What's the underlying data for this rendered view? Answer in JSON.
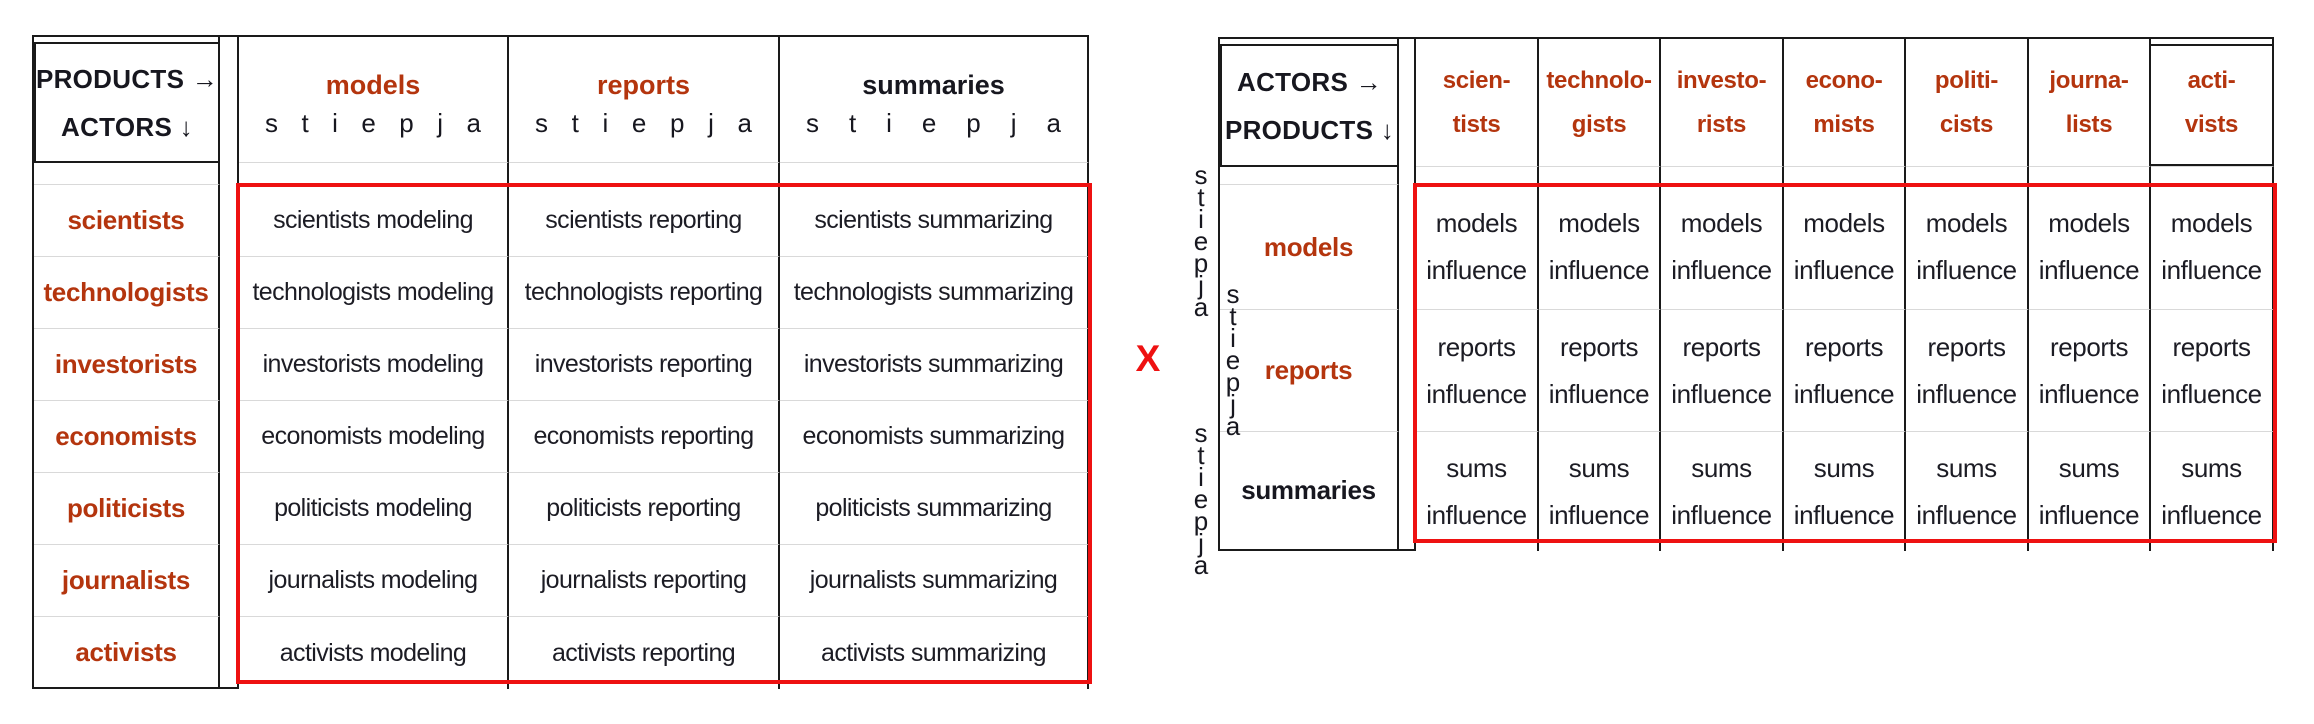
{
  "colors": {
    "accent": "#b4350e",
    "highlight": "#ee1111",
    "border": "#1a1a1a",
    "grid_line": "#d9d9d9",
    "text": "#17171f"
  },
  "operator": "X",
  "letters": [
    "s",
    "t",
    "i",
    "e",
    "p",
    "j",
    "a"
  ],
  "left_table": {
    "corner": {
      "line1": "PRODUCTS →",
      "line2": "ACTORS ↓"
    },
    "columns": [
      {
        "label": "models"
      },
      {
        "label": "reports"
      },
      {
        "label": "summaries"
      }
    ],
    "rows": [
      {
        "label": "scientists",
        "cells": [
          "scientists modeling",
          "scientists reporting",
          "scientists summarizing"
        ]
      },
      {
        "label": "technologists",
        "cells": [
          "technologists modeling",
          "technologists reporting",
          "technologists summarizing"
        ]
      },
      {
        "label": "investorists",
        "cells": [
          "investorists modeling",
          "investorists reporting",
          "investorists summarizing"
        ]
      },
      {
        "label": "economists",
        "cells": [
          "economists modeling",
          "economists reporting",
          "economists summarizing"
        ]
      },
      {
        "label": "politicists",
        "cells": [
          "politicists modeling",
          "politicists reporting",
          "politicists summarizing"
        ]
      },
      {
        "label": "journalists",
        "cells": [
          "journalists modeling",
          "journalists reporting",
          "journalists summarizing"
        ]
      },
      {
        "label": "activists",
        "cells": [
          "activists modeling",
          "activists reporting",
          "activists summarizing"
        ]
      }
    ]
  },
  "right_table": {
    "corner": {
      "line1": "ACTORS →",
      "line2": "PRODUCTS ↓"
    },
    "columns": [
      {
        "line1": "scien-",
        "line2": "tists"
      },
      {
        "line1": "technolo-",
        "line2": "gists"
      },
      {
        "line1": "investo-",
        "line2": "rists"
      },
      {
        "line1": "econo-",
        "line2": "mists"
      },
      {
        "line1": "politi-",
        "line2": "cists"
      },
      {
        "line1": "journa-",
        "line2": "lists"
      },
      {
        "line1": "acti-",
        "line2": "vists"
      }
    ],
    "rows": [
      {
        "label": "models",
        "cell": [
          "models",
          "influence"
        ]
      },
      {
        "label": "reports",
        "cell": [
          "reports",
          "influence"
        ]
      },
      {
        "label": "summaries",
        "cell": [
          "sums",
          "influence"
        ]
      }
    ]
  }
}
